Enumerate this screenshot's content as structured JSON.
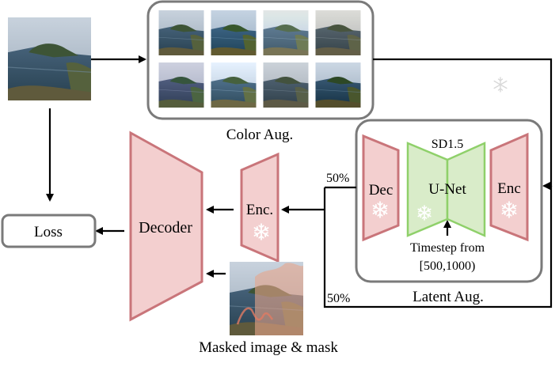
{
  "color_aug": {
    "label": "Color Aug."
  },
  "latent_aug": {
    "label": "Latent Aug.",
    "model_label": "SD1.5",
    "dec_label": "Dec",
    "unet_label": "U-Net",
    "enc_label": "Enc",
    "timestep_line1": "Timestep from",
    "timestep_line2": "[500,1000)"
  },
  "branches": {
    "top_pct": "50%",
    "bottom_pct": "50%"
  },
  "encoder": {
    "label": "Enc."
  },
  "decoder": {
    "label": "Decoder"
  },
  "loss": {
    "label": "Loss"
  },
  "masked": {
    "label": "Masked image & mask"
  },
  "colors": {
    "pink_fill": "#f3cfcf",
    "pink_stroke": "#c9757a",
    "green_fill": "#d9ecc9",
    "green_stroke": "#8fd06a",
    "box_stroke": "#7a7a7a",
    "arrow": "#000000"
  },
  "icons": [
    "snowflake-icon"
  ]
}
